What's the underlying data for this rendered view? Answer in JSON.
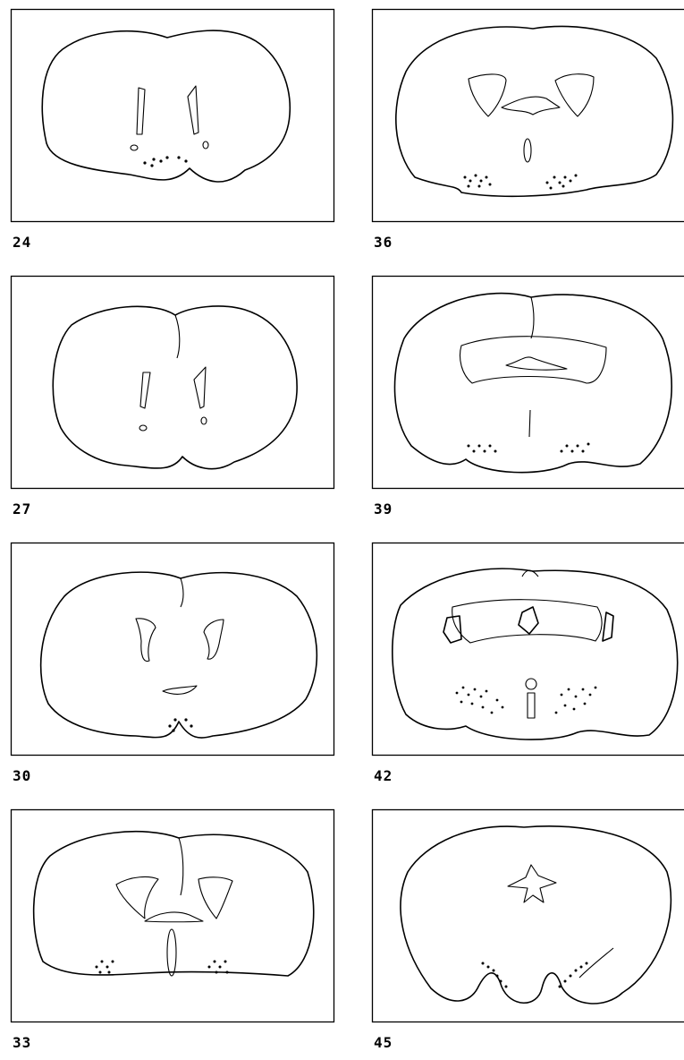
{
  "figure": {
    "sections": [
      {
        "label": "24"
      },
      {
        "label": "36"
      },
      {
        "label": "27"
      },
      {
        "label": "39"
      },
      {
        "label": "30"
      },
      {
        "label": "42"
      },
      {
        "label": "33"
      },
      {
        "label": "45"
      }
    ]
  }
}
